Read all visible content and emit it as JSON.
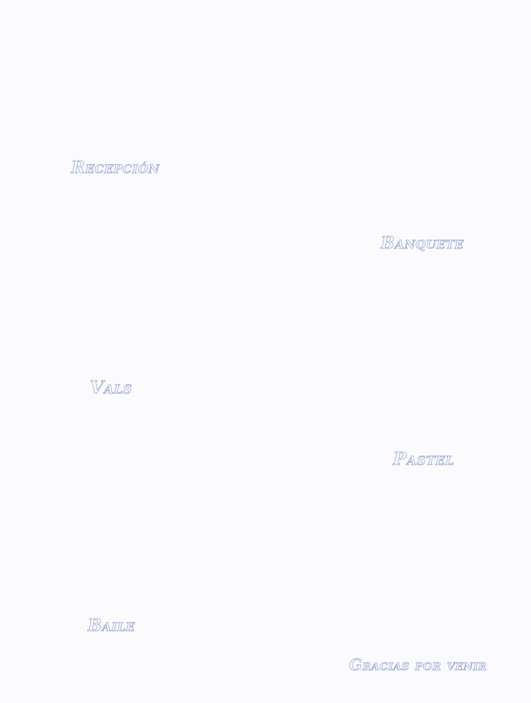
{
  "items": [
    {
      "id": "recepcion",
      "label": "Recepción"
    },
    {
      "id": "banquete",
      "label": "Banquete"
    },
    {
      "id": "vals",
      "label": "Vals"
    },
    {
      "id": "pastel",
      "label": "Pastel"
    },
    {
      "id": "baile",
      "label": "Baile"
    }
  ],
  "closing": "Gracias por venir"
}
